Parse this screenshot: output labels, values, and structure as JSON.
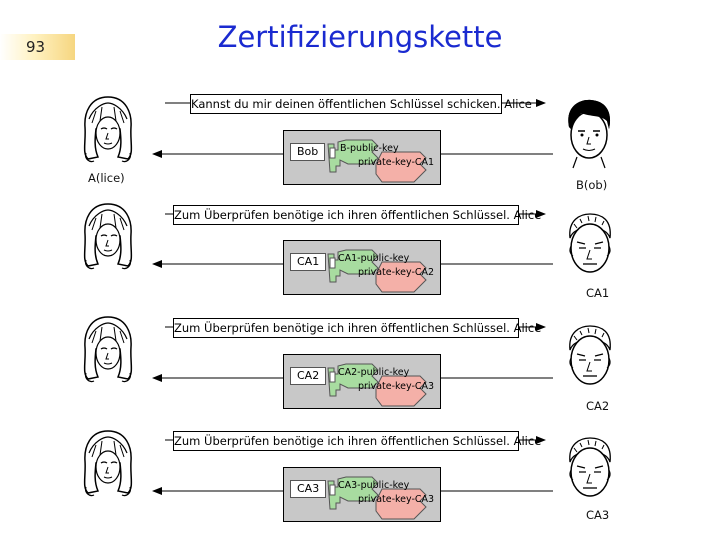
{
  "slide_number": "93",
  "title": "Zertifizierungskette",
  "colors": {
    "title": "#1a2ad0",
    "green_key": "#a8dca0",
    "pink_key": "#f4b0a8",
    "cert_box": "#c8c8c8",
    "slide_number_bg": "#f6d680"
  },
  "sections": [
    {
      "message": "Kannst du mir deinen öffentlichen Schlüssel schicken. Alice",
      "owner": "Bob",
      "public_key": "B-public-key",
      "private_key": "private-key-CA1",
      "left_label": "A(lice)",
      "right_label": "B(ob)",
      "right_person_icon": "bob-face-icon"
    },
    {
      "message": "Zum Überprüfen benötige ich ihren öffentlichen Schlüssel. Alice",
      "owner": "CA1",
      "public_key": "CA1-public-key",
      "private_key": "private-key-CA2",
      "left_label": "",
      "right_label": "CA1",
      "right_person_icon": "ca-face-icon"
    },
    {
      "message": "Zum Überprüfen benötige ich ihren öffentlichen Schlüssel. Alice",
      "owner": "CA2",
      "public_key": "CA2-public-key",
      "private_key": "private-key-CA3",
      "left_label": "",
      "right_label": "CA2",
      "right_person_icon": "ca-face-icon"
    },
    {
      "message": "Zum Überprüfen benötige ich ihren öffentlichen Schlüssel. Alice",
      "owner": "CA3",
      "public_key": "CA3-public-key",
      "private_key": "private-key-CA3",
      "left_label": "",
      "right_label": "CA3",
      "right_person_icon": "ca-face-icon"
    }
  ]
}
